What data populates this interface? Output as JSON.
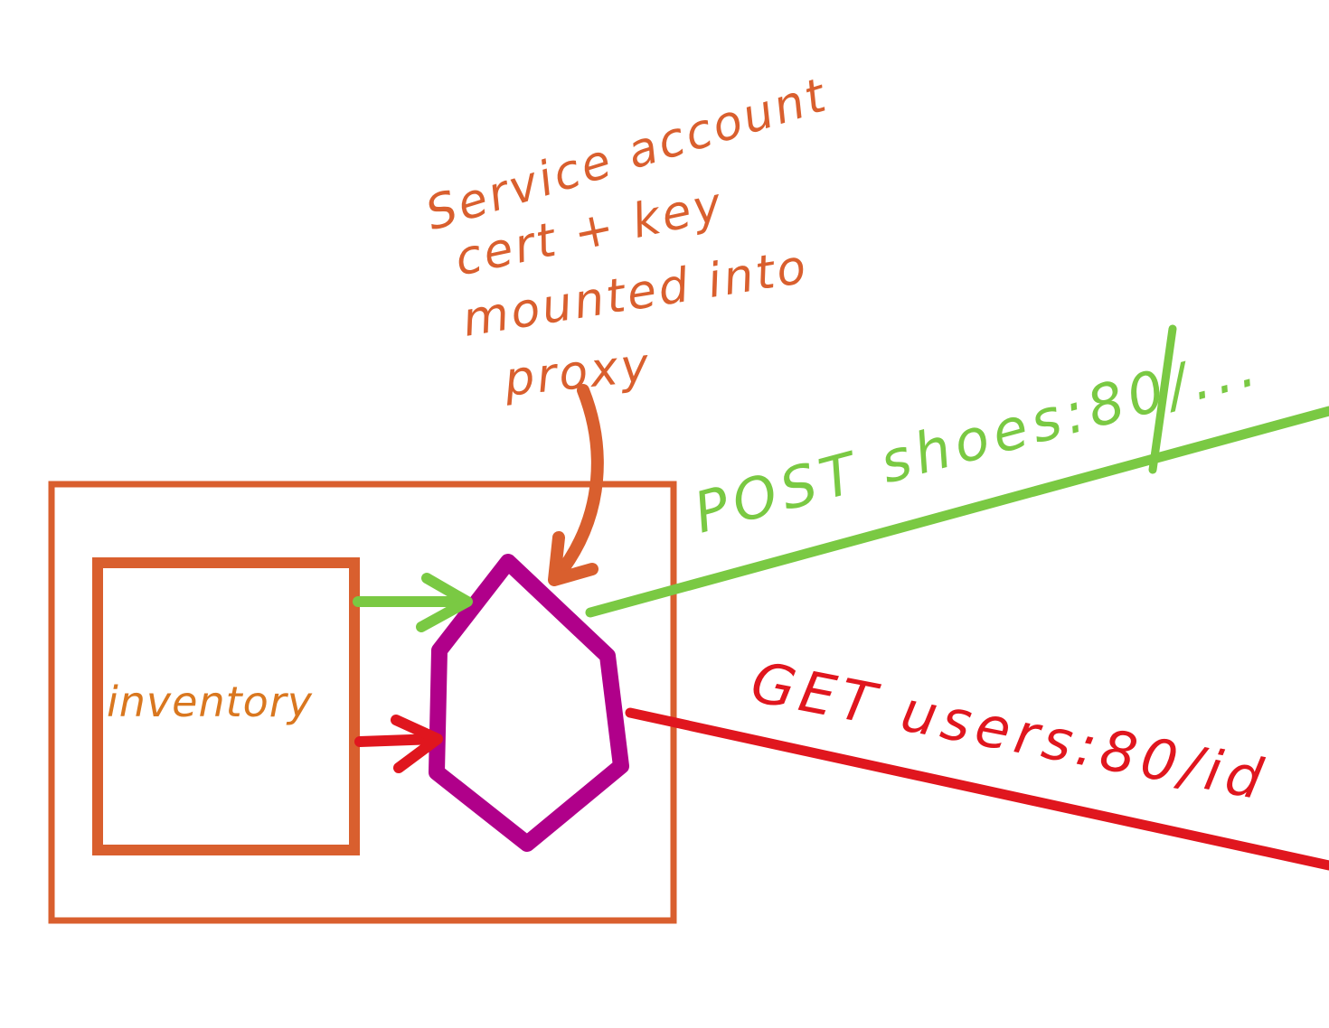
{
  "annotation": {
    "lines": [
      "Service account",
      "cert + key",
      "mounted into",
      "proxy"
    ]
  },
  "service": {
    "label": "inventory"
  },
  "requests": {
    "post_label": "POST shoes:80/...",
    "get_label": "GET users:80/id"
  },
  "colors": {
    "pod_border": "#d95f2e",
    "proxy_border": "#b0008a",
    "allowed_request": "#7ac943",
    "denied_request": "#e0161e",
    "annotation_text": "#d95f2e",
    "service_text": "#d9771f"
  }
}
